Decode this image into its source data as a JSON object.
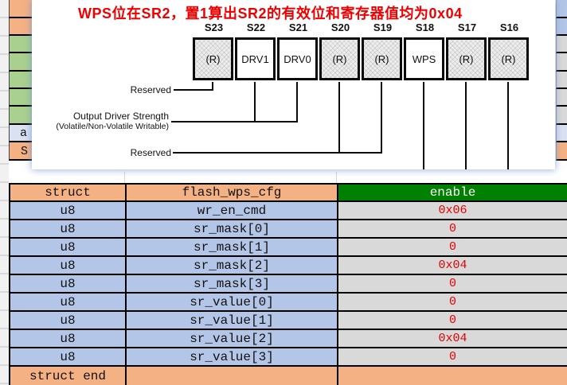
{
  "figure": {
    "title": "WPS位在SR2，置1算出SR2的有效位和寄存器值均为0x04",
    "bit_labels": [
      "S23",
      "S22",
      "S21",
      "S20",
      "S19",
      "S18",
      "S17",
      "S16"
    ],
    "bit_fields": [
      "(R)",
      "DRV1",
      "DRV0",
      "(R)",
      "(R)",
      "WPS",
      "(R)",
      "(R)"
    ],
    "reserved_flags": [
      true,
      false,
      false,
      true,
      true,
      false,
      true,
      true
    ],
    "annotations": {
      "reserved_top": "Reserved",
      "output_driver_strength": "Output Driver Strength",
      "ods_note": "(Volatile/Non-Volatile Writable)",
      "reserved_bottom": "Reserved"
    }
  },
  "sheet": {
    "partial_texts": [
      "a",
      "S"
    ]
  },
  "table": {
    "headers": [
      "struct",
      "flash_wps_cfg",
      "enable"
    ],
    "rows": [
      [
        "u8",
        "wr_en_cmd",
        "0x06"
      ],
      [
        "u8",
        "sr_mask[0]",
        "0"
      ],
      [
        "u8",
        "sr_mask[1]",
        "0"
      ],
      [
        "u8",
        "sr_mask[2]",
        "0x04"
      ],
      [
        "u8",
        "sr_mask[3]",
        "0"
      ],
      [
        "u8",
        "sr_value[0]",
        "0"
      ],
      [
        "u8",
        "sr_value[1]",
        "0"
      ],
      [
        "u8",
        "sr_value[2]",
        "0x04"
      ],
      [
        "u8",
        "sr_value[3]",
        "0"
      ]
    ],
    "footer": "struct end"
  },
  "colors": {
    "orange": "#F4B183",
    "green_row": "#A9D08E",
    "lavender": "#B4C6E7",
    "light_blue": "#D9E1F2",
    "gray_cell": "#D9D9D9",
    "header_green": "#008000",
    "value_red": "#E60000",
    "title_red": "#EE0000"
  }
}
